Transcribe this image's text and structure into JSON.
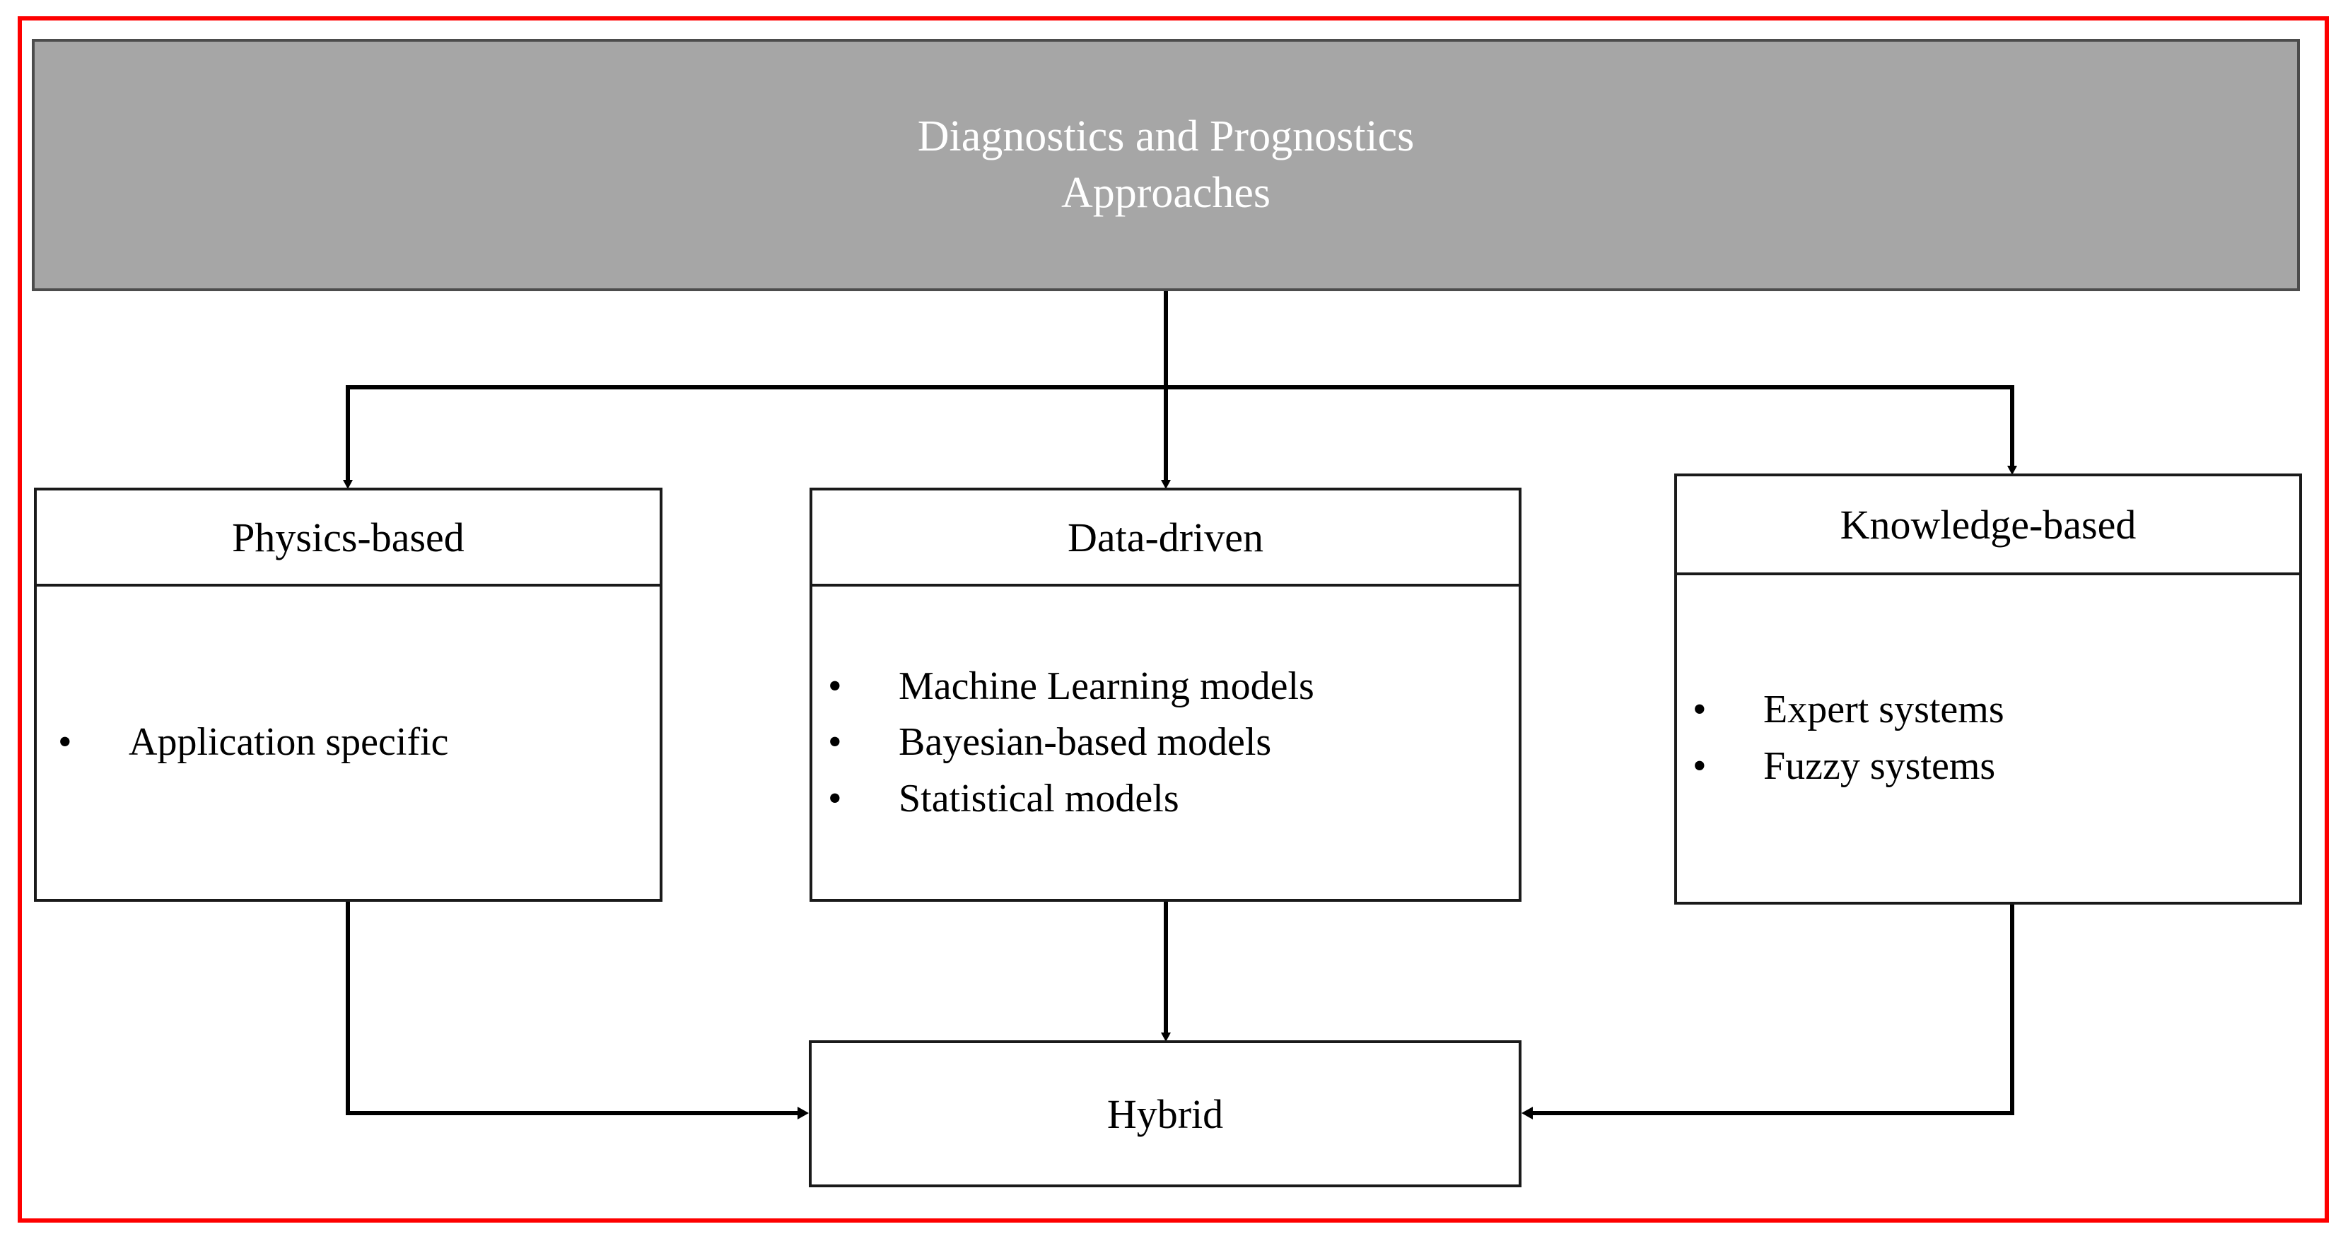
{
  "figure": {
    "title_box": {
      "label": "Diagnostics and Prognostics\nApproaches",
      "fill": "#a6a6a6",
      "text_color": "#ffffff"
    },
    "frame_color": "#fe0000",
    "box_border_color": "#1a1a1a",
    "branches": [
      {
        "key": "physics",
        "header": "Physics-based",
        "items": [
          {
            "bullet": "•",
            "text": "Application specific"
          }
        ]
      },
      {
        "key": "data",
        "header": "Data-driven",
        "items": [
          {
            "bullet": "•",
            "text": "Machine Learning models"
          },
          {
            "bullet": "•",
            "text": "Bayesian-based models"
          },
          {
            "bullet": "•",
            "text": "Statistical models"
          }
        ]
      },
      {
        "key": "knowledge",
        "header": "Knowledge-based",
        "items": [
          {
            "bullet": "•",
            "text": "Expert systems"
          },
          {
            "bullet": "•",
            "text": "Fuzzy systems"
          }
        ]
      }
    ],
    "sink_box": {
      "label": "Hybrid"
    }
  }
}
